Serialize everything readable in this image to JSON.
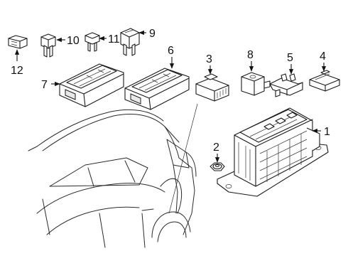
{
  "callouts": {
    "c1": "1",
    "c2": "2",
    "c3": "3",
    "c4": "4",
    "c5": "5",
    "c6": "6",
    "c7": "7",
    "c8": "8",
    "c9": "9",
    "c10": "10",
    "c11": "11",
    "c12": "12"
  },
  "colors": {
    "line": "#1a1a1a",
    "background": "#ffffff",
    "fill_shade": "#e9e9e9"
  }
}
